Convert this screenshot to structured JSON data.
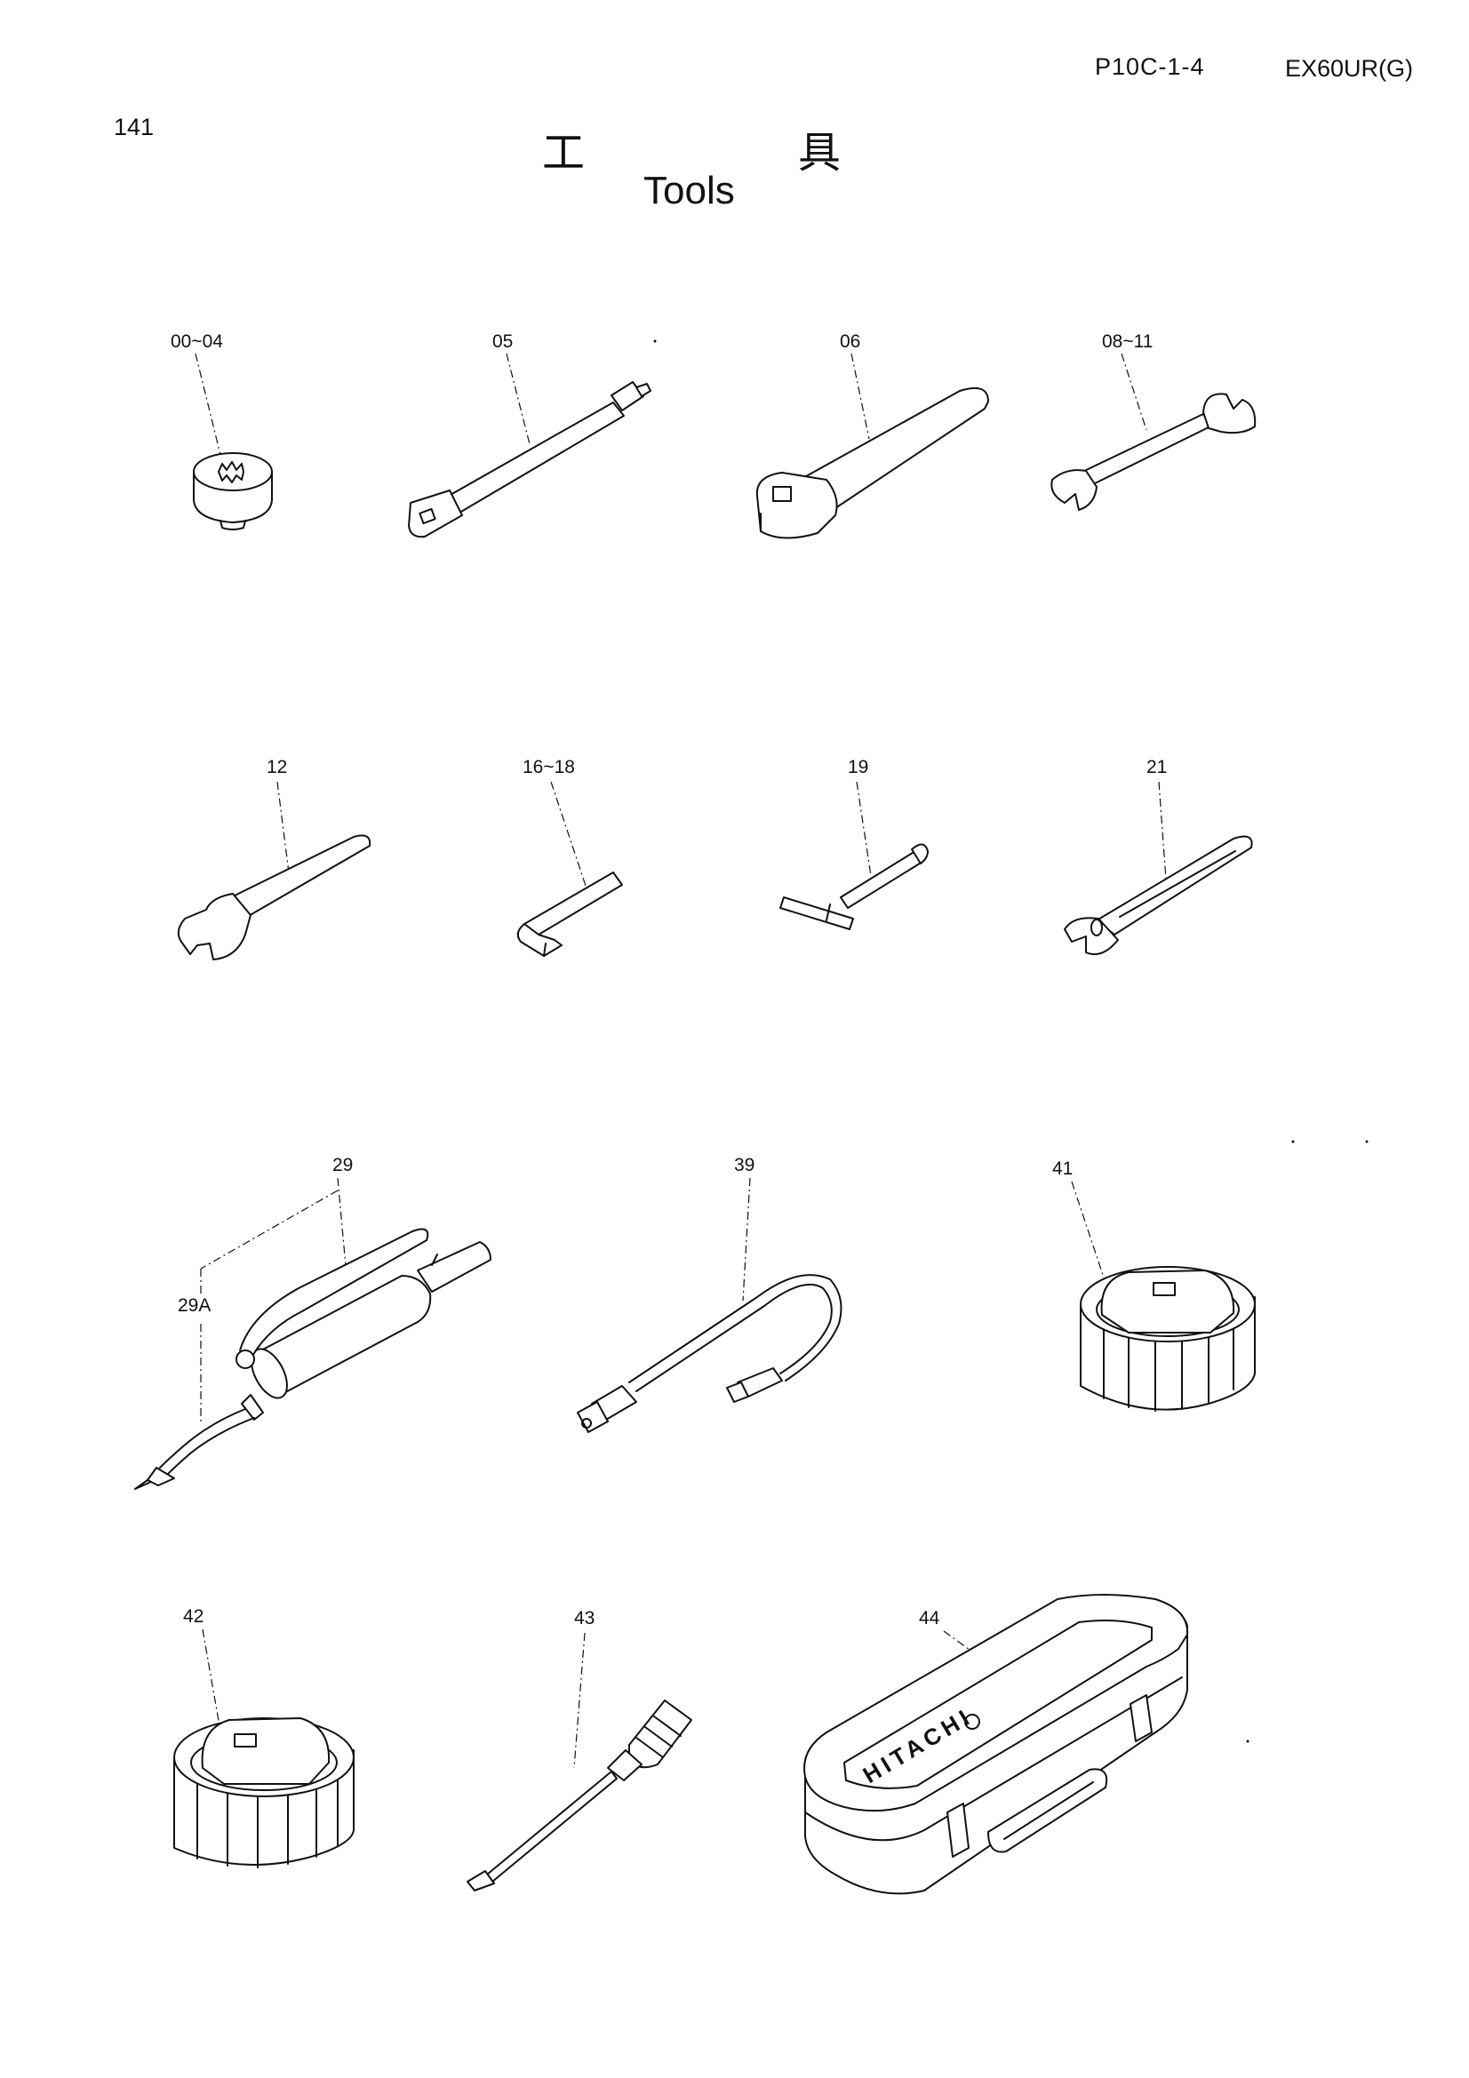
{
  "header": {
    "page_number": "141",
    "document_code": "P10C-1-4",
    "model": "EX60UR(G)",
    "title_jp": "工具",
    "title_en": "Tools"
  },
  "parts": [
    {
      "label": "00~04",
      "icon": "socket-icon"
    },
    {
      "label": "05",
      "icon": "extension-bar-icon"
    },
    {
      "label": "06",
      "icon": "ratchet-handle-icon"
    },
    {
      "label": "08~11",
      "icon": "double-open-wrench-icon"
    },
    {
      "label": "12",
      "icon": "open-wrench-icon"
    },
    {
      "label": "16~18",
      "icon": "hex-key-icon"
    },
    {
      "label": "19",
      "icon": "t-handle-wrench-icon"
    },
    {
      "label": "21",
      "icon": "adjustable-wrench-icon"
    },
    {
      "label": "29",
      "icon": "grease-gun-icon"
    },
    {
      "label": "29A",
      "icon": "grease-nozzle-icon"
    },
    {
      "label": "39",
      "icon": "grease-hose-icon"
    },
    {
      "label": "41",
      "icon": "filter-wrench-icon"
    },
    {
      "label": "42",
      "icon": "filter-wrench-icon"
    },
    {
      "label": "43",
      "icon": "screwdriver-icon"
    },
    {
      "label": "44",
      "icon": "tool-case-icon"
    }
  ],
  "case_brand": "HITACHI"
}
